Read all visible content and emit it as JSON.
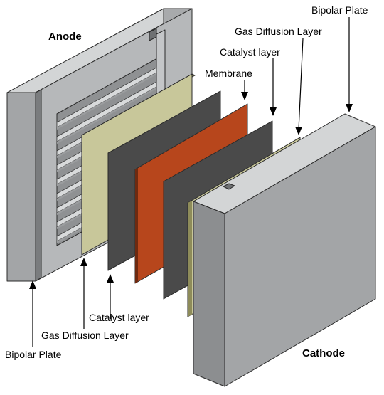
{
  "labels": {
    "anode": "Anode",
    "cathode": "Cathode",
    "bipolar_plate_top": "Bipolar Plate",
    "gdl_top": "Gas Diffusion Layer",
    "catalyst_top": "Catalyst layer",
    "membrane": "Membrane",
    "catalyst_bottom": "Catalyst layer",
    "gdl_bottom": "Gas Diffusion Layer",
    "bipolar_plate_bottom": "Bipolar Plate"
  },
  "colors": {
    "plate_front": "#a3a5a7",
    "plate_top": "#d3d5d6",
    "plate_side": "#7a7c7e",
    "gdl": "#c8c79a",
    "gdl_edge": "#8e8c5a",
    "catalyst": "#4a4a4a",
    "catalyst_edge": "#2e2e2e",
    "membrane": "#b7461c",
    "membrane_edge": "#6e2a10"
  }
}
